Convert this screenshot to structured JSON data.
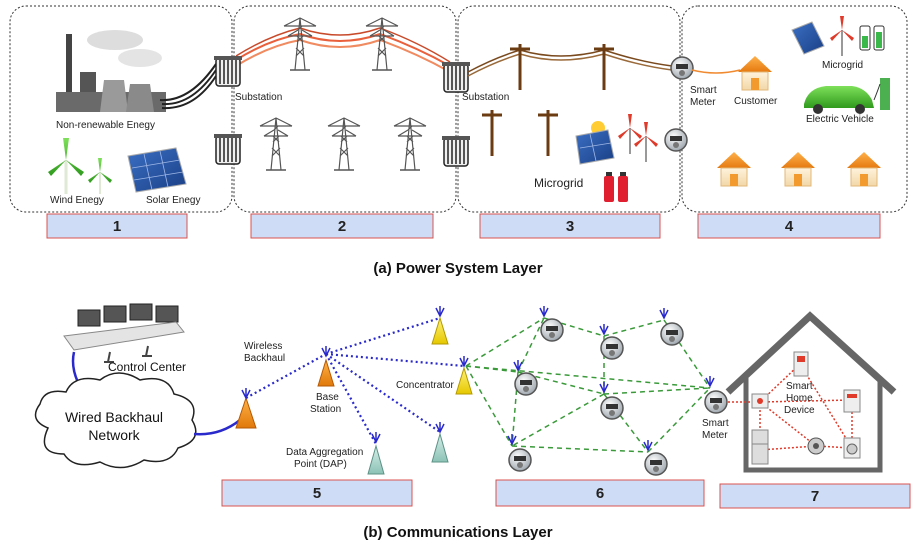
{
  "power_layer": {
    "caption": "(a) Power System  Layer",
    "section_numbers": [
      "1",
      "2",
      "3",
      "4"
    ],
    "labels": {
      "non_renewable": "Non-renewable Enegy",
      "wind": "Wind Enegy",
      "solar": "Solar Enegy",
      "substation_a": "Substation",
      "substation_b": "Substation",
      "microgrid_left": "Microgrid",
      "smart_meter_1": "Smart",
      "smart_meter_2": "Meter",
      "customer": "Customer",
      "microgrid_right": "Microgrid",
      "ev": "Electric Vehicle"
    }
  },
  "comm_layer": {
    "caption": "(b) Communications Layer",
    "section_numbers": [
      "5",
      "6",
      "7"
    ],
    "labels": {
      "control_center": "Control Center",
      "wired_1": "Wired Backhaul",
      "wired_2": "Network",
      "wireless_1": "Wireless",
      "wireless_2": "Backhaul",
      "base_1": "Base",
      "base_2": "Station",
      "concentrator": "Concentrator",
      "dap_1": "Data Aggregation",
      "dap_2": "Point (DAP)",
      "meter_1": "Smart",
      "meter_2": "Meter",
      "home_1": "Smart",
      "home_2": "Home",
      "home_3": "Device"
    }
  },
  "colors": {
    "section_fill": "#cfdcf5",
    "section_border": "#d9534f",
    "hv_line": "#e8603c",
    "dist_line": "#7a4a1e",
    "wireless_link": "#2a2acc",
    "mesh_link": "#3a9a3a",
    "home_link": "#e03a2a"
  }
}
